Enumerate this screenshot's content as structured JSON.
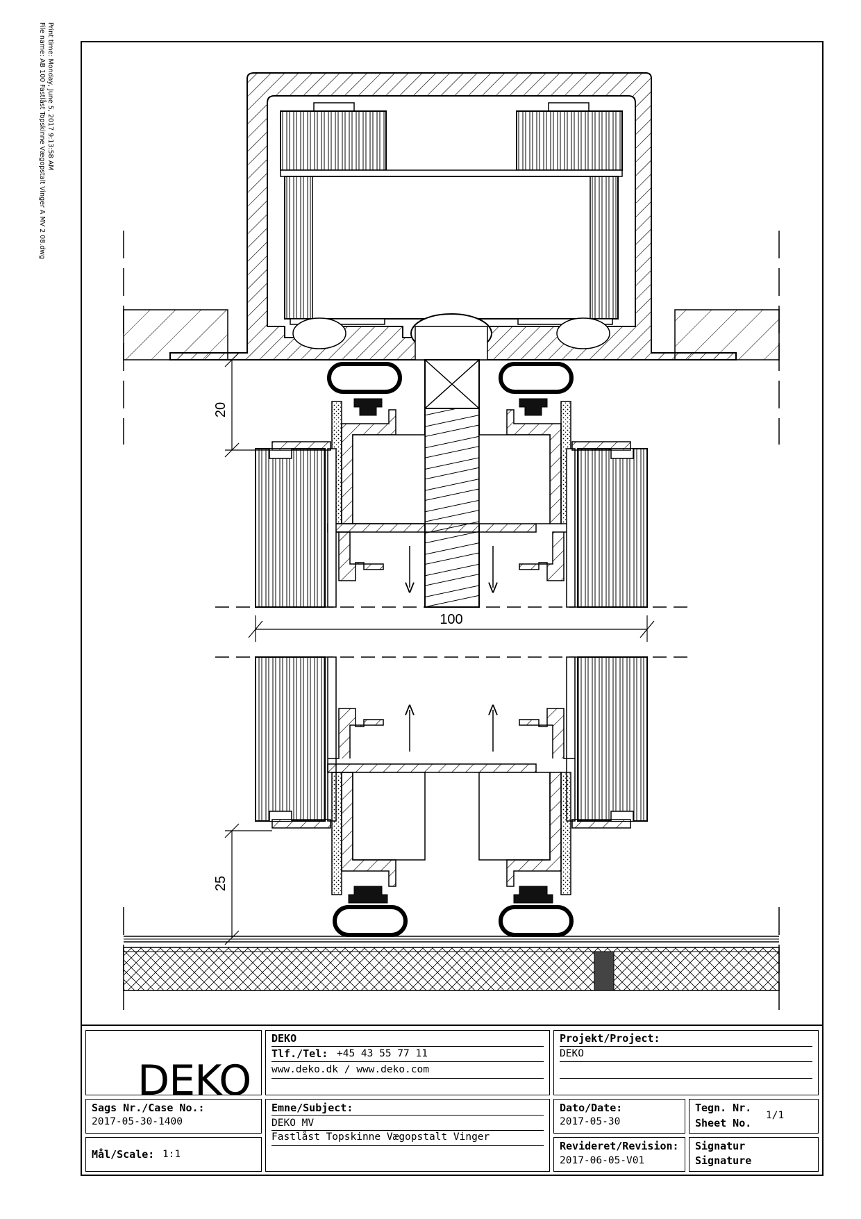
{
  "print_info": {
    "line1": "Print time: Monday, June 5, 2017 9:13:58 AM",
    "line2": "File name: AB 100 Fastlåst Topskinne Vægopstalt Vinger A MV 2 08.dwg"
  },
  "dimensions": {
    "top_clearance": "20",
    "width": "100",
    "bottom_clearance": "25"
  },
  "title_block": {
    "logo_text": "DEKO",
    "company": {
      "name": "DEKO",
      "tel_label": "Tlf./Tel:",
      "tel_value": "+45 43 55 77 11",
      "web": "www.deko.dk / www.deko.com"
    },
    "project": {
      "label": "Projekt/Project:",
      "value": "DEKO"
    },
    "case": {
      "label": "Sags Nr./Case No.:",
      "value": "2017-05-30-1400"
    },
    "scale": {
      "label": "Mål/Scale:",
      "value": "1:1"
    },
    "subject": {
      "label": "Emne/Subject:",
      "line1": "DEKO MV",
      "line2": "Fastlåst Topskinne Vægopstalt Vinger"
    },
    "date": {
      "label": "Dato/Date:",
      "value": "2017-05-30"
    },
    "revision": {
      "label": "Revideret/Revision:",
      "value": "2017-06-05-V01"
    },
    "sheet": {
      "label1": "Tegn. Nr.",
      "label2": "Sheet No.",
      "value": "1/1"
    },
    "signature": {
      "label1": "Signatur",
      "label2": "Signature"
    }
  }
}
